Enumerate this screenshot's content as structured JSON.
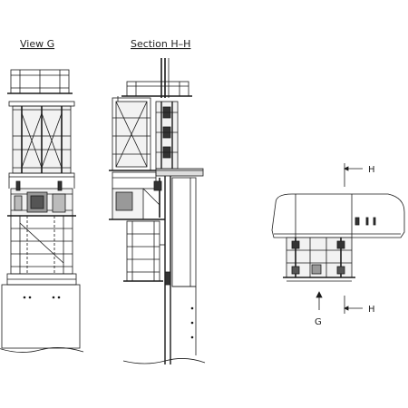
{
  "labels": {
    "view_g": "View G",
    "section_hh": "Section H–H",
    "section_mark_top": "H",
    "section_mark_bottom": "H",
    "view_arrow": "G"
  },
  "colors": {
    "line": "#1a1a1a",
    "fill_dark": "#333333",
    "fill_light": "#f2f2f2"
  }
}
